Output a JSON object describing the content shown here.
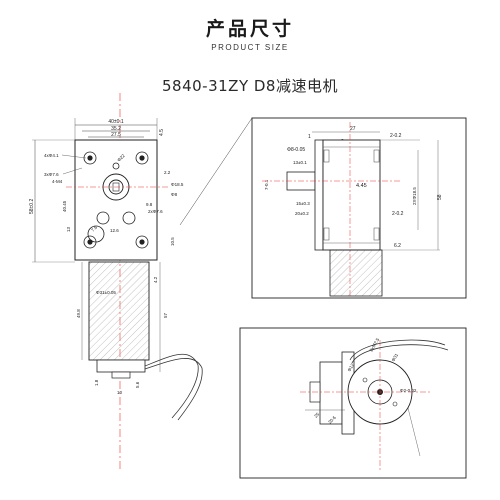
{
  "header": {
    "title": "产品尺寸",
    "subtitle": "PRODUCT SIZE"
  },
  "model": {
    "title": "5840-31ZY D8减速电机"
  },
  "front_view": {
    "dims": {
      "w_outer": "40±0.1",
      "w_mid": "35.2",
      "w_inner": "27.5",
      "top_r": "4.5",
      "holes_4": "4xΦ4.1",
      "holes_3": "3xΦ7.6",
      "holes_m4": "4-M4",
      "d22": "Φ22",
      "r22": "2.2",
      "d185": "Φ18.5",
      "d8": "Φ8",
      "v98": "9.8",
      "v4045": "40.45",
      "v13": "13",
      "holes_2": "2xΦ7.6",
      "v126": "12.6",
      "v105": "10.5",
      "v76": "7.6",
      "h58": "58±0.2",
      "d31": "Φ31±0.05",
      "v42": "4.2",
      "v498": "49.8",
      "v57": "57",
      "v18": "1.8",
      "v56": "5.6",
      "v10": "10"
    }
  },
  "side_view": {
    "dims": {
      "v27": "27",
      "v1": "1",
      "v2": "2",
      "t202a": "2-0.2",
      "d805": "Φ8-0.05",
      "v13pm1": "13±0.1",
      "v701": "7-0.1",
      "v445": "4.45",
      "v15pm03": "15±0.3",
      "v20pm02": "20±0.2",
      "t202b": "2-0.2",
      "v2x185": "2XΦ18.5",
      "v58": "58",
      "v62": "6.2"
    }
  },
  "bottom_view": {
    "dims": {
      "m25": "2xM2.5",
      "d31": "Φ31",
      "d12": "Φ12",
      "d2": "Φ2-0.02",
      "v25": "25",
      "v206": "20.6"
    }
  }
}
